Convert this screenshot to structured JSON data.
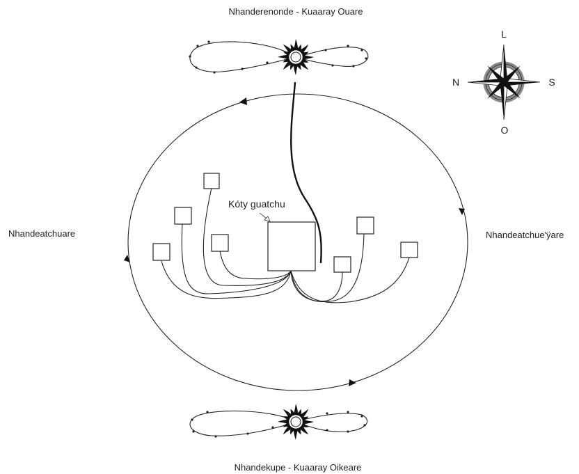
{
  "labels": {
    "top": "Nhanderenonde - Kuaaray Ouare",
    "bottom": "Nhandekupe - Kuaaray Oikeare",
    "left": "Nhandeatchuare",
    "right": "Nhandeatchue'ÿare",
    "house": "Kóty guatchu"
  },
  "compass": {
    "top": "L",
    "right": "S",
    "bottom": "O",
    "left": "N"
  },
  "icons": {
    "sun": "sun-icon",
    "compass": "compass-rose-icon",
    "arrow": "circle-direction-arrow"
  },
  "colors": {
    "stroke": "#222222",
    "compass_gray": "#8a8a8a",
    "background": "#ffffff"
  }
}
